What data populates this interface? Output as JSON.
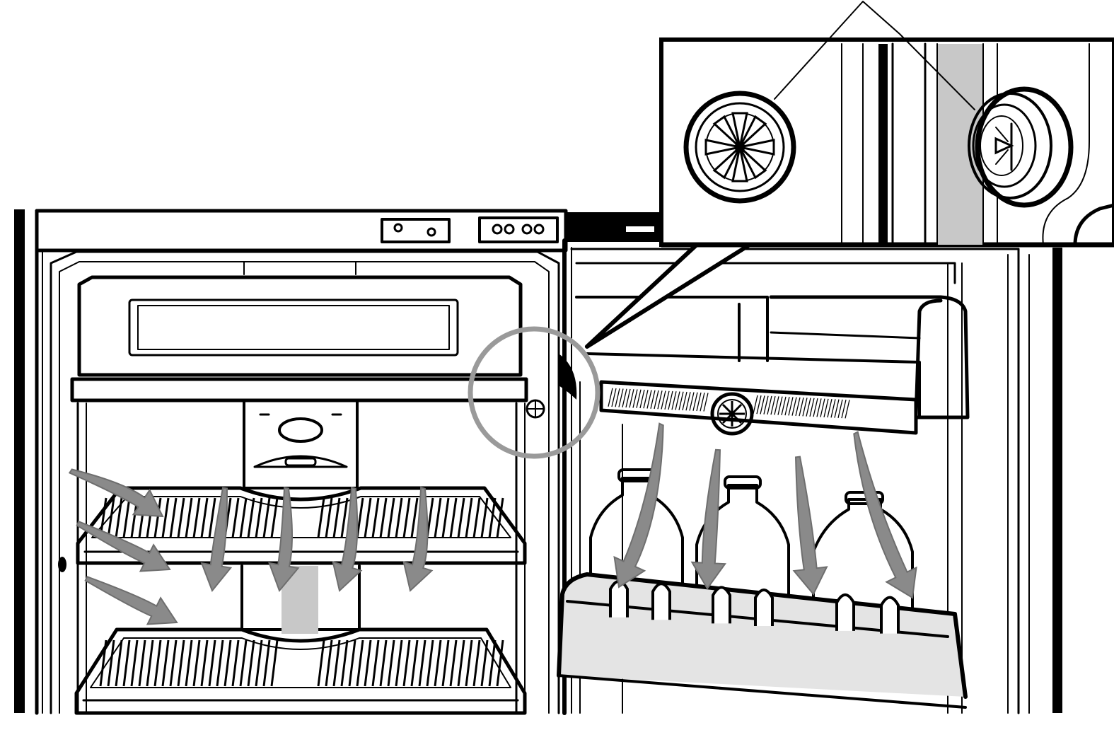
{
  "figure": {
    "kind": "refrigerator interior airflow illustration",
    "has_text": false,
    "colors": {
      "ink": "#000000",
      "background": "#ffffff",
      "airflow_arrow": "#8a8a8a",
      "callout_circle": "#9a9a9a",
      "shading": "#c8c8c8"
    },
    "callout": {
      "icon": "air-vent-icon",
      "items": [
        "front-vent-detail",
        "side-vent-detail"
      ]
    },
    "airflow": {
      "icon": "airflow-arrow-icon",
      "cabinet_arrow_count": 7,
      "door_arrow_count": 4
    }
  }
}
